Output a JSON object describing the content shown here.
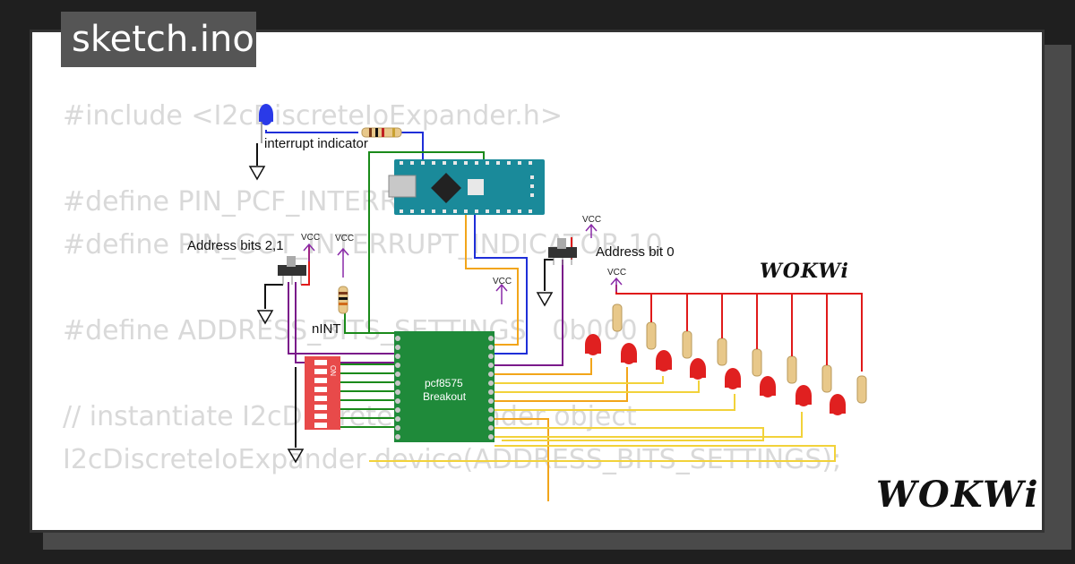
{
  "title": "sketch.ino",
  "code_lines": [
    "#include <I2cDiscreteIoExpander.h>",
    "",
    "#define PIN_PCF_INTERRUPT      3",
    "#define PIN_GOT_INTERRUPT_INDICATOR 10",
    "",
    "#define ADDRESS_BITS_SETTINGS   0b000",
    "",
    "// instantiate I2cDiscreteIoExpander object",
    "I2cDiscreteIoExpander device(ADDRESS_BITS_SETTINGS);"
  ],
  "labels": {
    "interrupt_indicator": "interrupt indicator",
    "address_bits_21": "Address bits 2,1",
    "address_bit_0": "Address bit 0",
    "nint": "nINT",
    "vcc": "VCC",
    "chip_name": "pcf8575",
    "chip_sub": "Breakout",
    "dip_on": "ON",
    "brand": "WOKWi",
    "brand_small": "WOKWi"
  },
  "colors": {
    "wire_green": "#1a8a1a",
    "wire_blue": "#1f2fd8",
    "wire_purple": "#7a1a8a",
    "wire_orange": "#f2a51a",
    "wire_yellow": "#f2d23a",
    "wire_red": "#e01a1a",
    "chip_green": "#1f8a3a",
    "arduino_teal": "#1a8a9a",
    "dip_red": "#e84a4a"
  }
}
